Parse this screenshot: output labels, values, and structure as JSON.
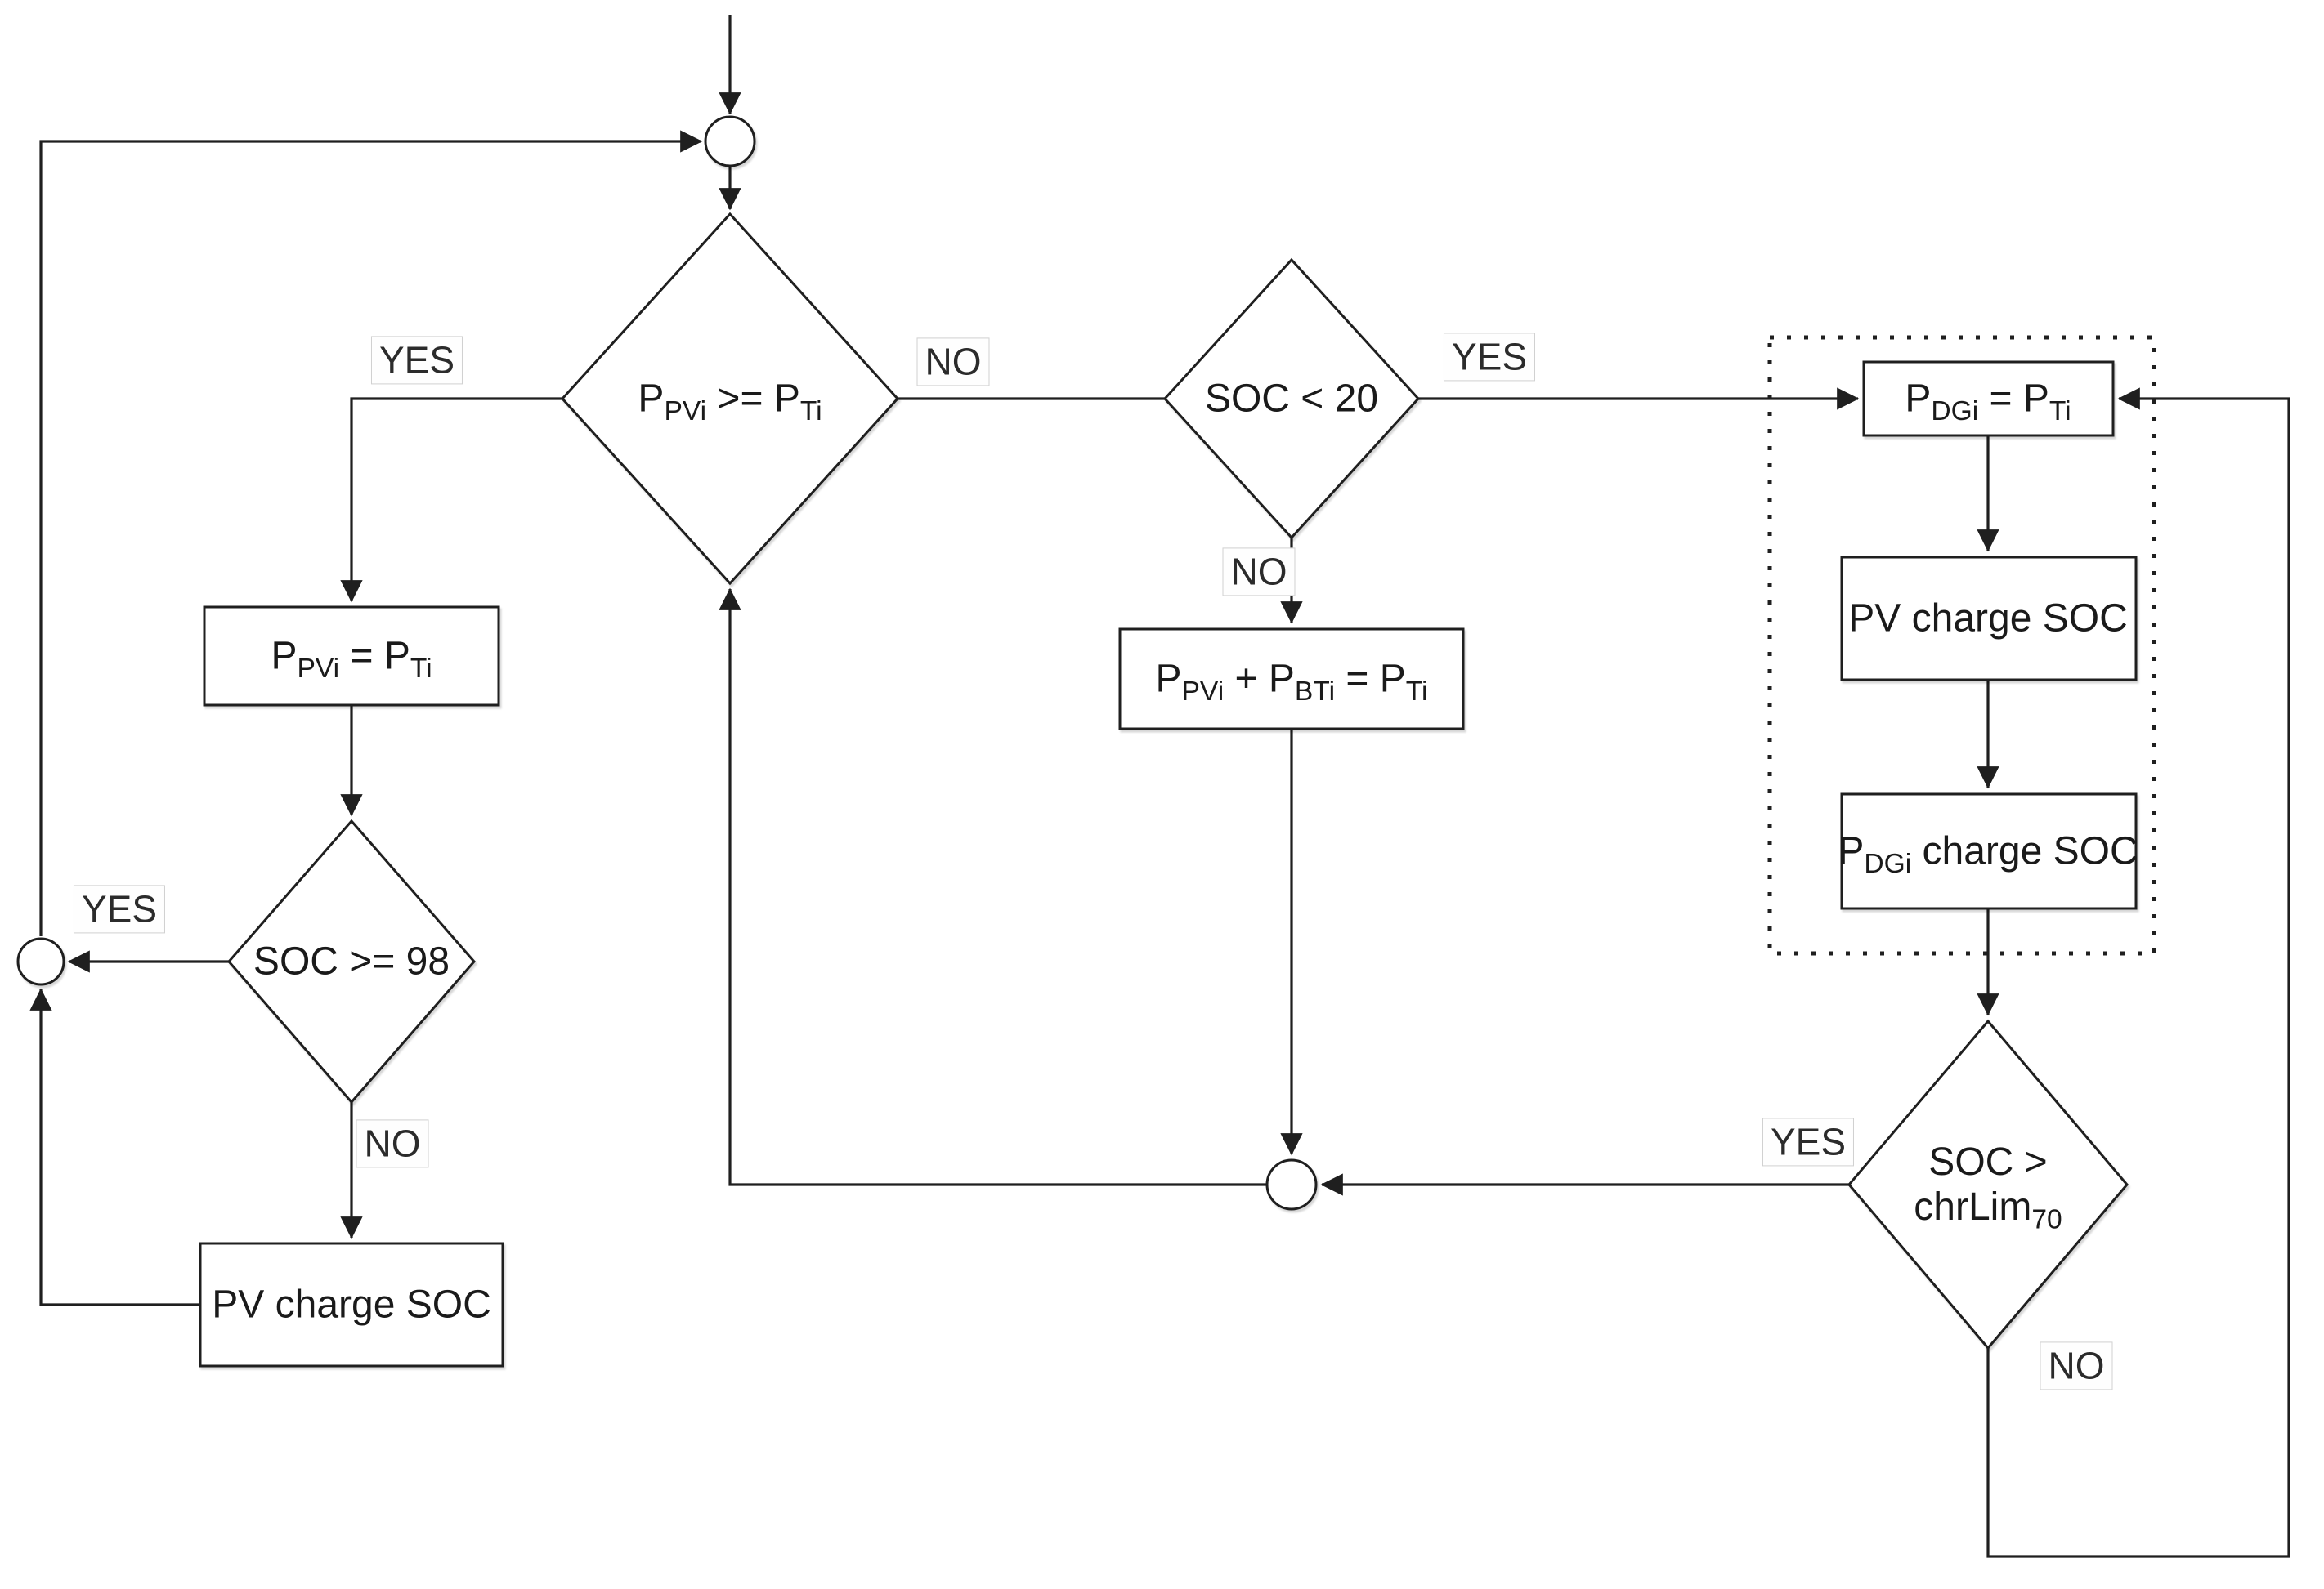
{
  "colors": {
    "background": "#ffffff",
    "stroke": "#1f1f1f",
    "branch_label_border": "#d0d0d0"
  },
  "nodes": {
    "decision_ppvi_ge_pti": {
      "type": "decision",
      "label": "P_{PVi} >= P_{Ti}"
    },
    "process_ppvi_eq_pti": {
      "type": "process",
      "label": "P_{PVi} = P_{Ti}"
    },
    "decision_soc_ge_98": {
      "type": "decision",
      "label": "SOC >= 98"
    },
    "process_pv_charge_soc_left": {
      "type": "process",
      "label": "PV charge SOC"
    },
    "decision_soc_lt_20": {
      "type": "decision",
      "label": "SOC < 20"
    },
    "process_ppvi_plus_pbti_eq_pti": {
      "type": "process",
      "label": "P_{PVi} + P_{BTi} = P_{Ti}"
    },
    "process_pdgi_eq_pti": {
      "type": "process",
      "label": "P_{DGi} = P_{Ti}"
    },
    "process_pv_charge_soc_right": {
      "type": "process",
      "label": "PV charge SOC"
    },
    "process_pdgi_charge_soc": {
      "type": "process",
      "label": "P_{DGi} charge SOC"
    },
    "decision_soc_gt_chrlim70": {
      "type": "decision",
      "label": "SOC >\nchrLim_{70}"
    }
  },
  "branch_labels": {
    "ppvi_ge_pti_yes": "YES",
    "ppvi_ge_pti_no": "NO",
    "soc_ge_98_yes": "YES",
    "soc_ge_98_no": "NO",
    "soc_lt_20_yes": "YES",
    "soc_lt_20_no": "NO",
    "soc_gt_chrlim70_yes": "YES",
    "soc_gt_chrlim70_no": "NO"
  },
  "edges": [
    {
      "from": "start",
      "to": "junction_top"
    },
    {
      "from": "junction_top",
      "to": "decision_ppvi_ge_pti"
    },
    {
      "from": "decision_ppvi_ge_pti",
      "to": "process_ppvi_eq_pti",
      "label": "YES"
    },
    {
      "from": "decision_ppvi_ge_pti",
      "to": "decision_soc_lt_20",
      "label": "NO"
    },
    {
      "from": "process_ppvi_eq_pti",
      "to": "decision_soc_ge_98"
    },
    {
      "from": "decision_soc_ge_98",
      "to": "junction_left",
      "label": "YES"
    },
    {
      "from": "decision_soc_ge_98",
      "to": "process_pv_charge_soc_left",
      "label": "NO"
    },
    {
      "from": "process_pv_charge_soc_left",
      "to": "junction_left"
    },
    {
      "from": "junction_left",
      "to": "junction_top"
    },
    {
      "from": "decision_soc_lt_20",
      "to": "process_pdgi_eq_pti",
      "label": "YES"
    },
    {
      "from": "decision_soc_lt_20",
      "to": "process_ppvi_plus_pbti_eq_pti",
      "label": "NO"
    },
    {
      "from": "process_ppvi_plus_pbti_eq_pti",
      "to": "junction_bottom"
    },
    {
      "from": "process_pdgi_eq_pti",
      "to": "process_pv_charge_soc_right"
    },
    {
      "from": "process_pv_charge_soc_right",
      "to": "process_pdgi_charge_soc"
    },
    {
      "from": "process_pdgi_charge_soc",
      "to": "decision_soc_gt_chrlim70"
    },
    {
      "from": "decision_soc_gt_chrlim70",
      "to": "junction_bottom",
      "label": "YES"
    },
    {
      "from": "decision_soc_gt_chrlim70",
      "to": "process_pdgi_eq_pti",
      "label": "NO"
    },
    {
      "from": "junction_bottom",
      "to": "decision_ppvi_ge_pti"
    }
  ]
}
